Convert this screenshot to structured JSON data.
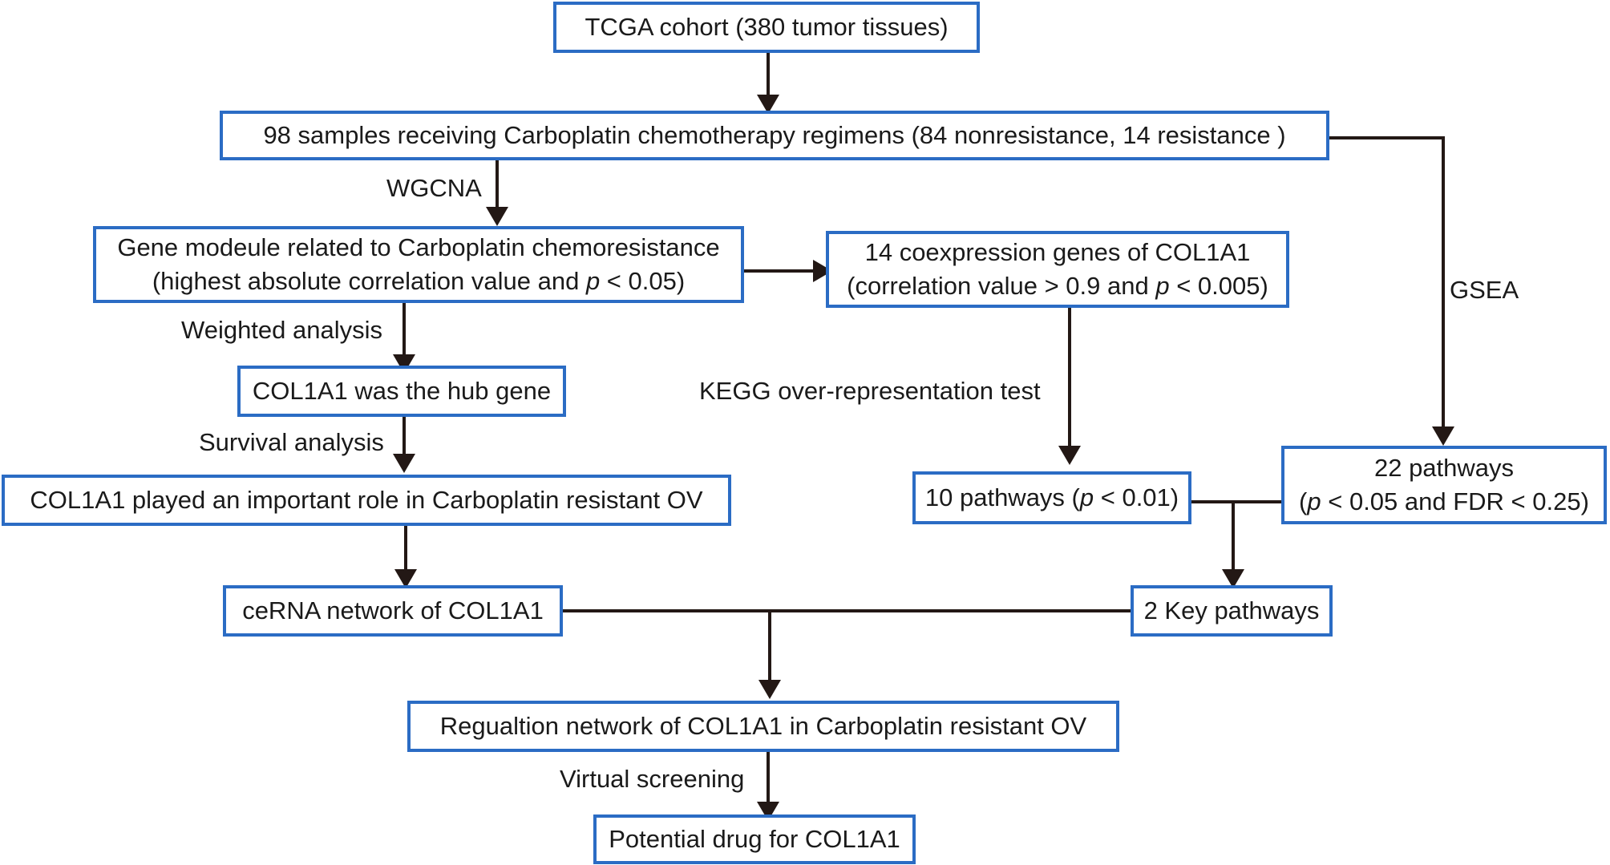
{
  "nodes": {
    "tcga": "TCGA cohort (380 tumor tissues)",
    "samples": "98 samples receiving Carboplatin chemotherapy regimens (84 nonresistance, 14 resistance )",
    "module_l1": "Gene modeule related to Carboplatin chemoresistance",
    "module_l2_pre": "(highest absolute correlation value and ",
    "module_l2_post": " < 0.05)",
    "coexp_l1": "14 coexpression genes of COL1A1",
    "coexp_l2_pre": "(correlation value > 0.9 and ",
    "coexp_l2_post": " < 0.005)",
    "hub": "COL1A1 was the hub gene",
    "role": "COL1A1 played an important role in Carboplatin resistant OV",
    "p10_pre": "10 pathways (",
    "p10_post": " < 0.01)",
    "p22_l1": "22 pathways",
    "p22_l2_pre": "(",
    "p22_l2_post": " < 0.05 and FDR < 0.25)",
    "cerna": "ceRNA network of COL1A1",
    "key": "2 Key pathways",
    "regnet": "Regualtion network of COL1A1 in Carboplatin resistant OV",
    "drug": "Potential drug for COL1A1",
    "p_symbol": "p"
  },
  "edge_labels": {
    "wgcna": "WGCNA",
    "weighted": "Weighted analysis",
    "survival": "Survival analysis",
    "kegg": "KEGG over-representation test",
    "gsea": "GSEA",
    "virtual": "Virtual screening"
  },
  "colors": {
    "box_border": "#2b6cc4",
    "arrow": "#231815",
    "text": "#1a1a1a"
  }
}
